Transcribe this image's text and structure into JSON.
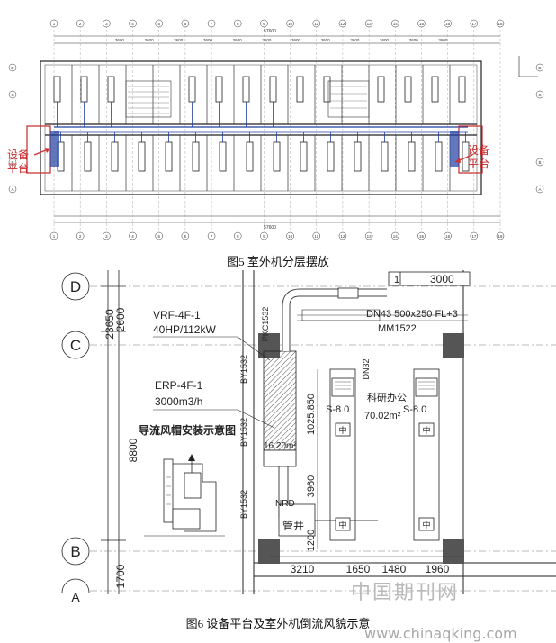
{
  "figure5": {
    "caption": "图5 室外机分层摆放",
    "left_label": [
      "设备",
      "平台"
    ],
    "right_label": [
      "设备",
      "平台"
    ],
    "axis_top": [
      "1",
      "2",
      "3",
      "4",
      "5",
      "6",
      "7",
      "8",
      "9",
      "10",
      "11",
      "12",
      "13",
      "14",
      "15",
      "16",
      "17",
      "18"
    ],
    "axis_side": [
      "D",
      "C",
      "B",
      "A"
    ],
    "dims_top": [
      "3600",
      "3600",
      "3600",
      "3600",
      "3600",
      "3600",
      "3600",
      "3600",
      "3600",
      "3600",
      "3600",
      "3600"
    ],
    "total_dim": "57600"
  },
  "figure6": {
    "caption": "图6 设备平台及室外机倒流风貌示意",
    "grid_D": "D",
    "grid_C": "C",
    "grid_B": "B",
    "grid_A": "A",
    "dim_23650": "23650",
    "dim_2600": "2600",
    "dim_8800": "8800",
    "dim_1700": "1700",
    "vrf_name": "VRF-4F-1",
    "vrf_spec": "40HP/112kW",
    "erp_name": "ERP-4F-1",
    "erp_spec": "3000m3/h",
    "hood_title": "导流风帽安装示意图",
    "top_dim": "3000",
    "duct_label": "DN43 500x250 FL+3",
    "mm_label": "MM1522",
    "pkc_label": "PKC1532",
    "dn32_label": "DN32",
    "pipe_label_1": "BY1532",
    "pipe_label_2": "BY1532",
    "pipe_label_3": "BY1532",
    "room_label": "科研办公",
    "area_label": "70.02m²",
    "s8_left": "S-8.0",
    "s8_right": "S-8.0",
    "center_label": "中",
    "dim_1025": "1025.850",
    "dim_3960": "3960",
    "dim_1200": "1200",
    "nrd_label": "NRD",
    "shaft_label": "管井",
    "area_small": "16.20m²",
    "bottom_dims": [
      "3210",
      "1650",
      "1480",
      "1960"
    ]
  },
  "watermark": {
    "cn": "中国期刊网",
    "url": "www.chinaqking.com"
  }
}
